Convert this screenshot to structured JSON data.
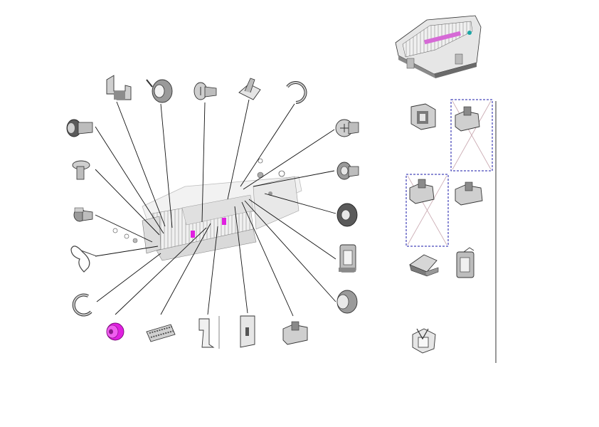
{
  "figure": {
    "kind": "exploded-parts-diagram",
    "colors": {
      "line": "#1a1a1a",
      "part_fill": "#cfcfcf",
      "part_dark": "#7a7a7a",
      "highlight": "#e020e0",
      "frame": "#1a1aa8",
      "cross": "#c9a8b0"
    },
    "parts": [
      {
        "id": "clip-top",
        "icon": "clip-icon"
      },
      {
        "id": "bushing-top",
        "icon": "bushing-icon"
      },
      {
        "id": "screw-top",
        "icon": "screw-icon"
      },
      {
        "id": "bracket-top",
        "icon": "bracket-icon"
      },
      {
        "id": "e-ring-top",
        "icon": "e-ring-icon"
      },
      {
        "id": "screw-right-1",
        "icon": "screw-icon"
      },
      {
        "id": "screw-right-2",
        "icon": "screw-icon"
      },
      {
        "id": "washer-right",
        "icon": "washer-icon"
      },
      {
        "id": "bracket-right",
        "icon": "bracket-icon"
      },
      {
        "id": "bushing-right",
        "icon": "bushing-icon"
      },
      {
        "id": "holder-bottom",
        "icon": "holder-icon"
      },
      {
        "id": "plate-bottom",
        "icon": "plate-icon"
      },
      {
        "id": "hook-bottom",
        "icon": "hook-icon"
      },
      {
        "id": "sensor-bottom",
        "icon": "sensor-icon"
      },
      {
        "id": "roller-bottom",
        "icon": "roller-icon"
      },
      {
        "id": "e-ring-left",
        "icon": "e-ring-icon"
      },
      {
        "id": "spring-left",
        "icon": "spring-icon"
      },
      {
        "id": "screw-left-3",
        "icon": "screw-icon"
      },
      {
        "id": "pin-left",
        "icon": "pin-icon"
      },
      {
        "id": "screw-left-1",
        "icon": "screw-icon"
      }
    ],
    "variants": [
      {
        "id": "variant-1",
        "icon": "clip-icon",
        "unavailable": false
      },
      {
        "id": "variant-2",
        "icon": "holder-icon",
        "unavailable": true
      },
      {
        "id": "variant-3",
        "icon": "holder-icon",
        "unavailable": true
      },
      {
        "id": "variant-4",
        "icon": "holder-icon",
        "unavailable": false
      },
      {
        "id": "variant-5",
        "icon": "clamp-icon",
        "unavailable": false
      },
      {
        "id": "variant-6",
        "icon": "frame-icon",
        "unavailable": false
      },
      {
        "id": "variant-7",
        "icon": "latch-icon",
        "unavailable": false
      }
    ]
  }
}
